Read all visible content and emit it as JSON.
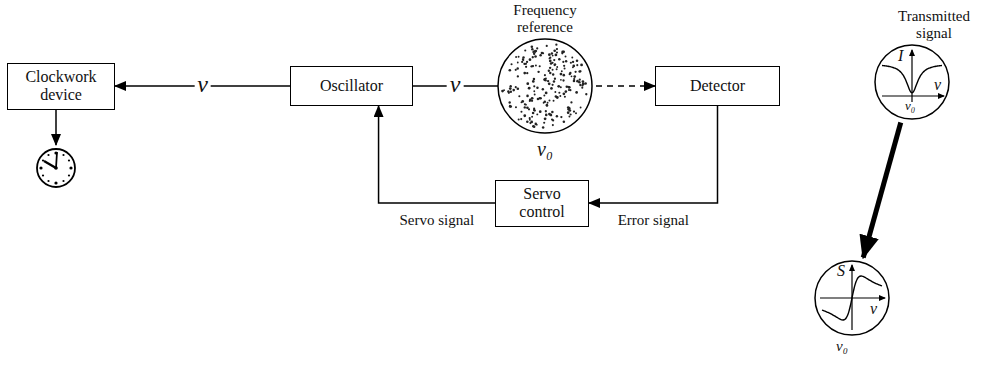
{
  "diagram": {
    "nodes": [
      {
        "text": [
          "Clockwork device"
        ]
      },
      {
        "text": [
          "Oscillator"
        ]
      },
      {
        "text": [
          "Frequency reference",
          "ν₀"
        ]
      },
      {
        "text": [
          "Detector"
        ]
      },
      {
        "text": [
          "Servo control"
        ]
      },
      {
        "text": [
          "Transmitted signal",
          "I",
          "ν",
          "ν₀"
        ]
      },
      {
        "text": [
          "S",
          "ν",
          "ν₀"
        ]
      }
    ],
    "edges": [
      {
        "from": 1,
        "to": 0,
        "arrow": "to",
        "label": "ν"
      },
      {
        "from": 1,
        "to": 2,
        "arrow": "none",
        "label": "ν"
      },
      {
        "from": 2,
        "to": 3,
        "arrow": "to"
      },
      {
        "from": 3,
        "to": 4,
        "arrow": "to",
        "label": "Error signal"
      },
      {
        "from": 4,
        "to": 1,
        "arrow": "to",
        "label": "Servo signal"
      },
      {
        "from": 5,
        "to": 6,
        "arrow": "to"
      }
    ]
  }
}
